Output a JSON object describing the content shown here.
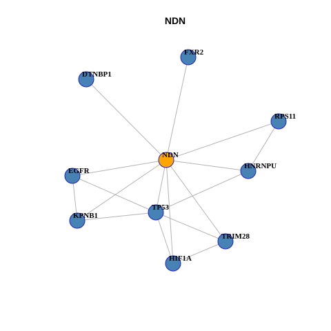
{
  "title": "NDN",
  "colors": {
    "background": "#ffffff",
    "edge": "#b3b3b3",
    "node_fill": "#4682b4",
    "center_fill": "#ffa500",
    "node_border": "#1f1fcc"
  },
  "nodes": [
    {
      "id": "NDN",
      "label": "NDN",
      "center": true
    },
    {
      "id": "FXR2",
      "label": "FXR2"
    },
    {
      "id": "DTNBP1",
      "label": "DTNBP1"
    },
    {
      "id": "RPS11",
      "label": "RPS11"
    },
    {
      "id": "HNRNPU",
      "label": "HNRNPU"
    },
    {
      "id": "EGFR",
      "label": "EGFR"
    },
    {
      "id": "TP53",
      "label": "TP53"
    },
    {
      "id": "KPNB1",
      "label": "KPNB1"
    },
    {
      "id": "TRIM28",
      "label": "TRIM28"
    },
    {
      "id": "HIF1A",
      "label": "HIF1A"
    }
  ],
  "edges": [
    [
      "NDN",
      "FXR2"
    ],
    [
      "NDN",
      "DTNBP1"
    ],
    [
      "NDN",
      "RPS11"
    ],
    [
      "NDN",
      "HNRNPU"
    ],
    [
      "NDN",
      "EGFR"
    ],
    [
      "NDN",
      "TP53"
    ],
    [
      "NDN",
      "KPNB1"
    ],
    [
      "NDN",
      "TRIM28"
    ],
    [
      "NDN",
      "HIF1A"
    ],
    [
      "RPS11",
      "HNRNPU"
    ],
    [
      "HNRNPU",
      "TP53"
    ],
    [
      "EGFR",
      "TP53"
    ],
    [
      "EGFR",
      "KPNB1"
    ],
    [
      "TP53",
      "KPNB1"
    ],
    [
      "TP53",
      "TRIM28"
    ],
    [
      "TP53",
      "HIF1A"
    ],
    [
      "TRIM28",
      "HIF1A"
    ]
  ]
}
